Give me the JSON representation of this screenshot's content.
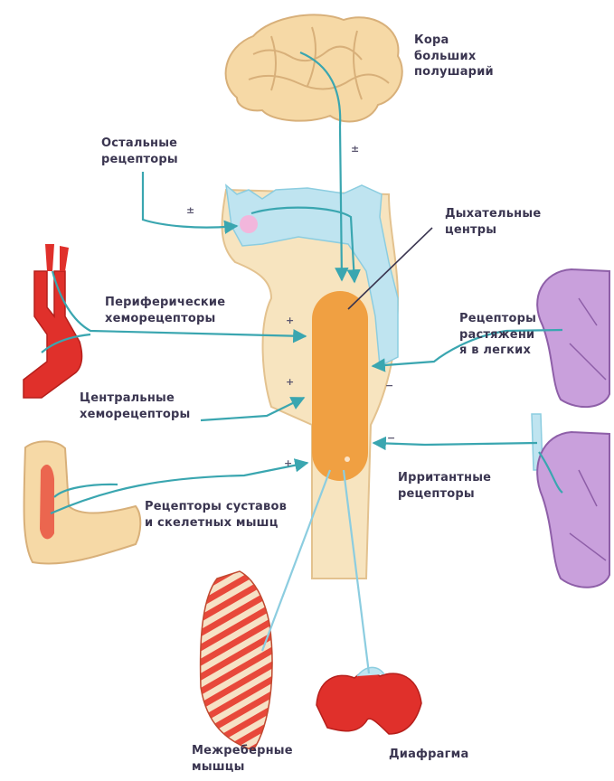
{
  "labels": {
    "cortex": "Кора\nбольших\nполушарий",
    "other_receptors": "Остальные\nрецепторы",
    "respiratory_centers": "Дыхательные\nцентры",
    "peripheral_chemoreceptors": "Периферические\nхеморецепторы",
    "stretch_receptors": "Рецепторы\nрастяжени\nя в легких",
    "central_chemoreceptors": "Центральные\nхеморецепторы",
    "irritant_receptors": "Ирритантные\nрецепторы",
    "joint_muscle_receptors": "Рецепторы суставов\nи скелетных мышц",
    "intercostal_muscles": "Межреберные\nмышцы",
    "diaphragm": "Диафрагма"
  },
  "signs": {
    "cortex": "±",
    "other_receptors": "±",
    "peripheral": "+",
    "central": "+",
    "joints": "+",
    "stretch": "−",
    "irritant": "−"
  },
  "colors": {
    "arrow": "#3aa6b0",
    "respiratory_center": "#f0a042",
    "brain": "#f6d9a6",
    "brainstem": "#f7e4bf",
    "ventricle": "#bfe4f0",
    "lung": "#c9a0dc",
    "artery": "#e0302b",
    "muscle": "#e8483a",
    "text": "#3a3550"
  }
}
